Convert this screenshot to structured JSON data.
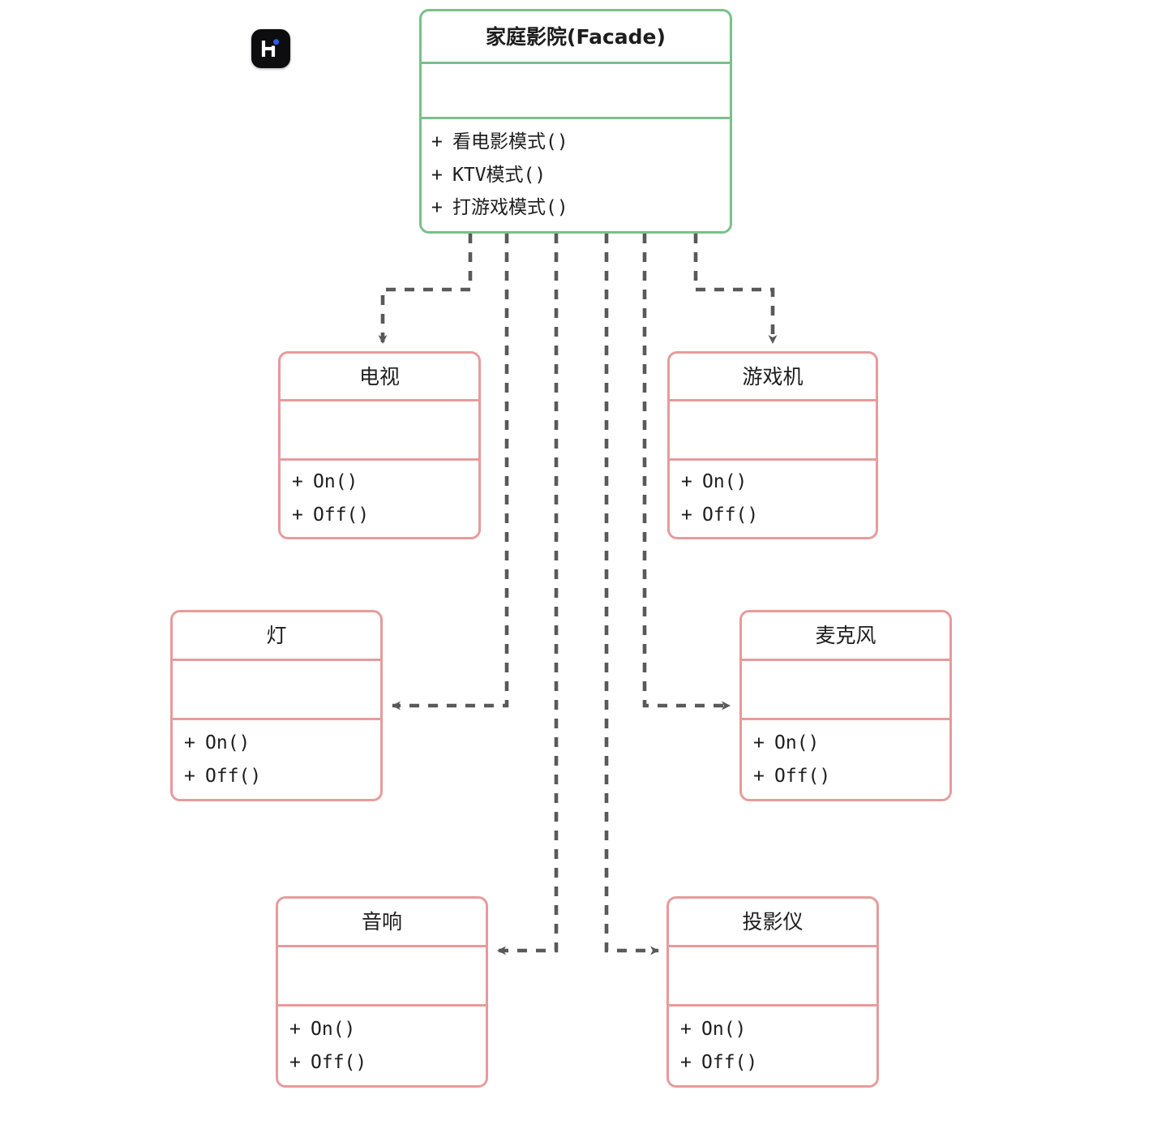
{
  "diagram": {
    "type": "uml-class-diagram",
    "pattern": "Facade",
    "background_color": "#ffffff",
    "facade_border_color": "#7ac08a",
    "component_border_color": "#e79b9b",
    "connector_color": "#595959",
    "connector_style": "dashed-dependency-arrow"
  },
  "logo": {
    "name": "app-logo",
    "background_color": "#0d0d10",
    "glyph_color": "#ffffff",
    "dot_color": "#2b59f0"
  },
  "facade": {
    "name": "家庭影院(Facade)",
    "attributes": [],
    "operations": [
      {
        "visibility": "+",
        "signature": "看电影模式()"
      },
      {
        "visibility": "+",
        "signature": "KTV模式()"
      },
      {
        "visibility": "+",
        "signature": "打游戏模式()"
      }
    ]
  },
  "subsystems": [
    {
      "name": "电视",
      "attributes": [],
      "operations": [
        {
          "visibility": "+",
          "signature": "On()"
        },
        {
          "visibility": "+",
          "signature": "Off()"
        }
      ]
    },
    {
      "name": "游戏机",
      "attributes": [],
      "operations": [
        {
          "visibility": "+",
          "signature": "On()"
        },
        {
          "visibility": "+",
          "signature": "Off()"
        }
      ]
    },
    {
      "name": "灯",
      "attributes": [],
      "operations": [
        {
          "visibility": "+",
          "signature": "On()"
        },
        {
          "visibility": "+",
          "signature": "Off()"
        }
      ]
    },
    {
      "name": "麦克风",
      "attributes": [],
      "operations": [
        {
          "visibility": "+",
          "signature": "On()"
        },
        {
          "visibility": "+",
          "signature": "Off()"
        }
      ]
    },
    {
      "name": "音响",
      "attributes": [],
      "operations": [
        {
          "visibility": "+",
          "signature": "On()"
        },
        {
          "visibility": "+",
          "signature": "Off()"
        }
      ]
    },
    {
      "name": "投影仪",
      "attributes": [],
      "operations": [
        {
          "visibility": "+",
          "signature": "On()"
        },
        {
          "visibility": "+",
          "signature": "Off()"
        }
      ]
    }
  ],
  "edges": [
    {
      "from": "家庭影院(Facade)",
      "to": "电视",
      "kind": "dependency"
    },
    {
      "from": "家庭影院(Facade)",
      "to": "灯",
      "kind": "dependency"
    },
    {
      "from": "家庭影院(Facade)",
      "to": "音响",
      "kind": "dependency"
    },
    {
      "from": "家庭影院(Facade)",
      "to": "投影仪",
      "kind": "dependency"
    },
    {
      "from": "家庭影院(Facade)",
      "to": "麦克风",
      "kind": "dependency"
    },
    {
      "from": "家庭影院(Facade)",
      "to": "游戏机",
      "kind": "dependency"
    }
  ]
}
